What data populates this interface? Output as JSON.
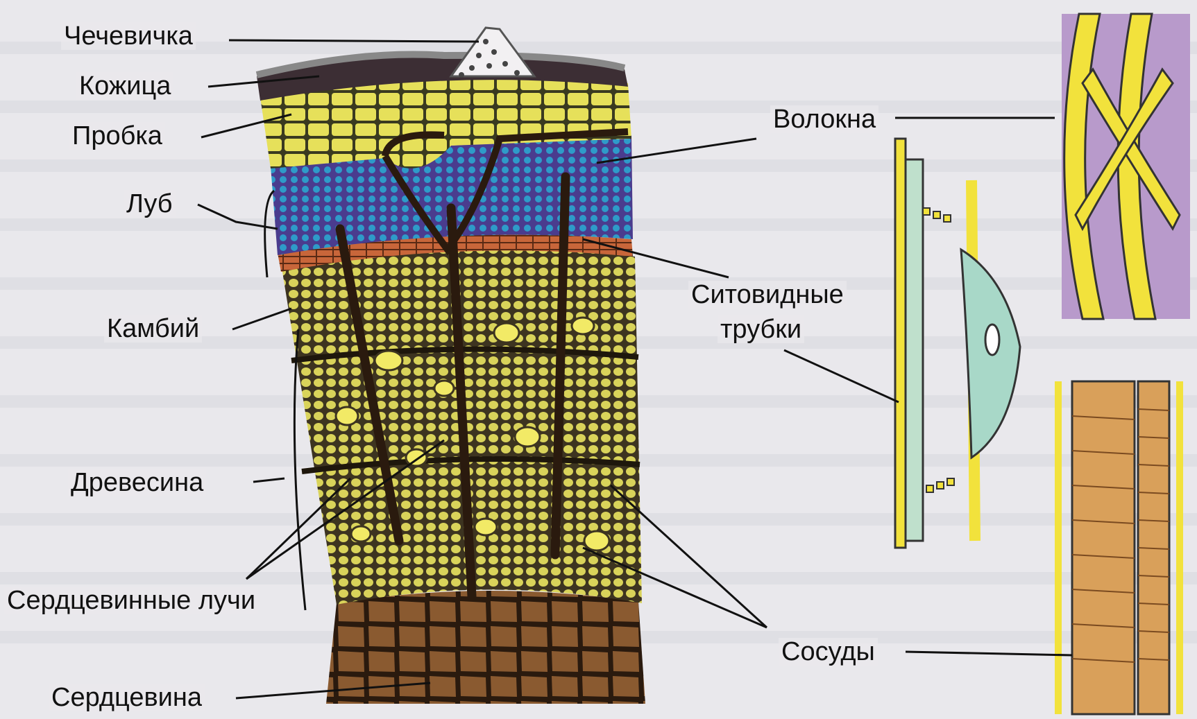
{
  "labels": {
    "lenticel": "Чечевичка",
    "epidermis": "Кожица",
    "cork": "Пробка",
    "bast": "Луб",
    "cambium": "Камбий",
    "wood": "Древесина",
    "medullary_rays": "Сердцевинные лучи",
    "pith": "Сердцевина",
    "fibers": "Волокна",
    "sieve_tubes_line1": "Ситовидные",
    "sieve_tubes_line2": "трубки",
    "vessels": "Сосуды"
  },
  "colors": {
    "background": "#e9e8ec",
    "epidermis": "#4a3a3e",
    "cork": "#e6e05a",
    "bast": "#5b4a9e",
    "bast_cells": "#2e9bc9",
    "cambium": "#c8663a",
    "wood": "#d9d35a",
    "wood_dark": "#3d3420",
    "pith": "#8a5a30",
    "fiber_yellow": "#f2e23c",
    "fiber_purple": "#b89acb",
    "sieve_fill": "#a8d8c8",
    "vessel_tan": "#d9a05a"
  }
}
